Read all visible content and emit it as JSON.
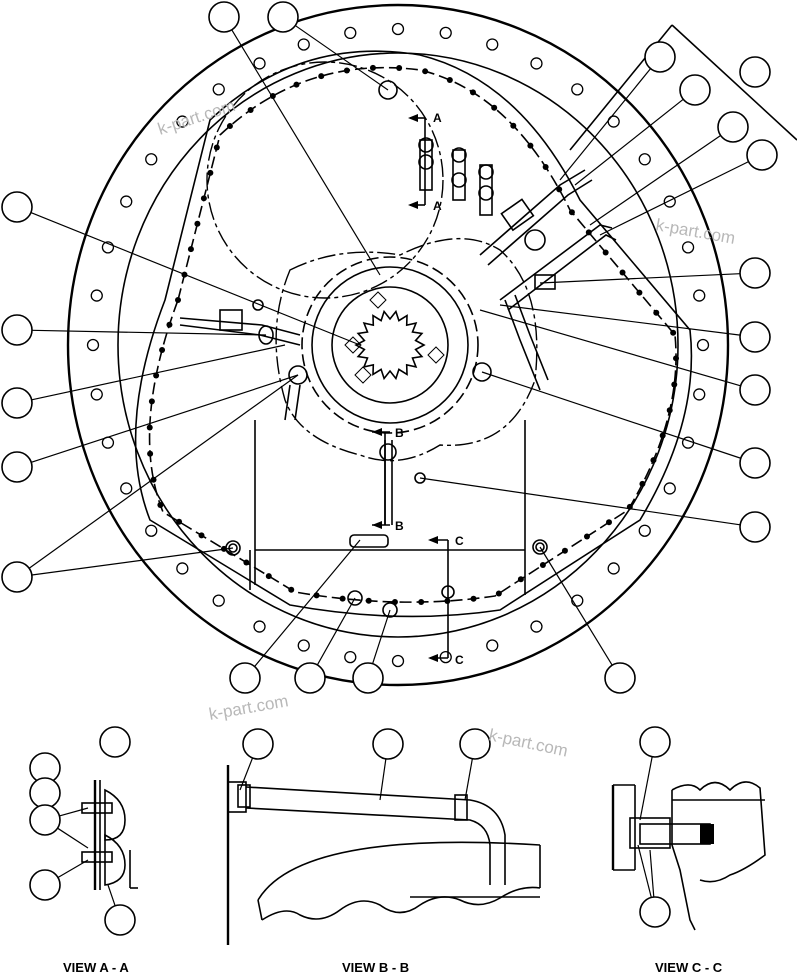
{
  "watermark": "k-part.com",
  "section_markers": {
    "a": "A",
    "b": "B",
    "c": "C"
  },
  "view_labels": {
    "view_a": "VIEW A - A",
    "view_b": "VIEW B - B",
    "view_c": "VIEW C - C"
  }
}
